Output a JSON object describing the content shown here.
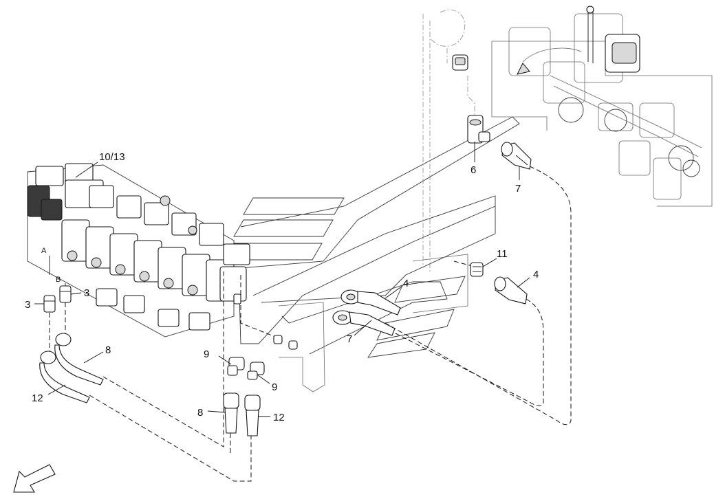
{
  "callouts": {
    "c_10_13": "10/13",
    "c_6": "6",
    "c_7_top": "7",
    "c_11": "11",
    "c_4_right": "4",
    "c_4_mid": "4",
    "c_7_mid": "7",
    "c_3_left": "3",
    "c_3_right": "3",
    "c_8_left": "8",
    "c_12_left": "12",
    "c_9_top": "9",
    "c_9_bottom": "9",
    "c_8_bottom": "8",
    "c_12_bottom": "12"
  },
  "port_labels": {
    "port_a": "A",
    "port_b": "B"
  },
  "icons": {
    "direction_arrow": "arrow-down-left-icon"
  }
}
